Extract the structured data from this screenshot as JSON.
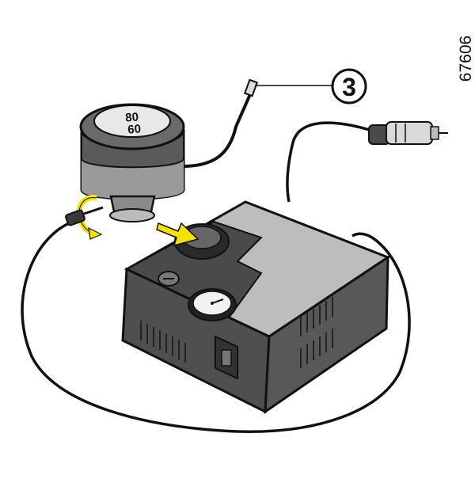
{
  "figure": {
    "reference_id": "67606",
    "callout_number": "3",
    "cap_labels": [
      "80",
      "60"
    ]
  },
  "colors": {
    "accent_arrow": "#f6e200",
    "body_light": "#b8b8b8",
    "body_dark": "#4a4a4a",
    "outline": "#111111",
    "background": "#ffffff"
  },
  "icons": {
    "gauge": "pressure-gauge-icon",
    "switch": "power-switch-icon",
    "plug": "cigarette-lighter-plug-icon"
  }
}
